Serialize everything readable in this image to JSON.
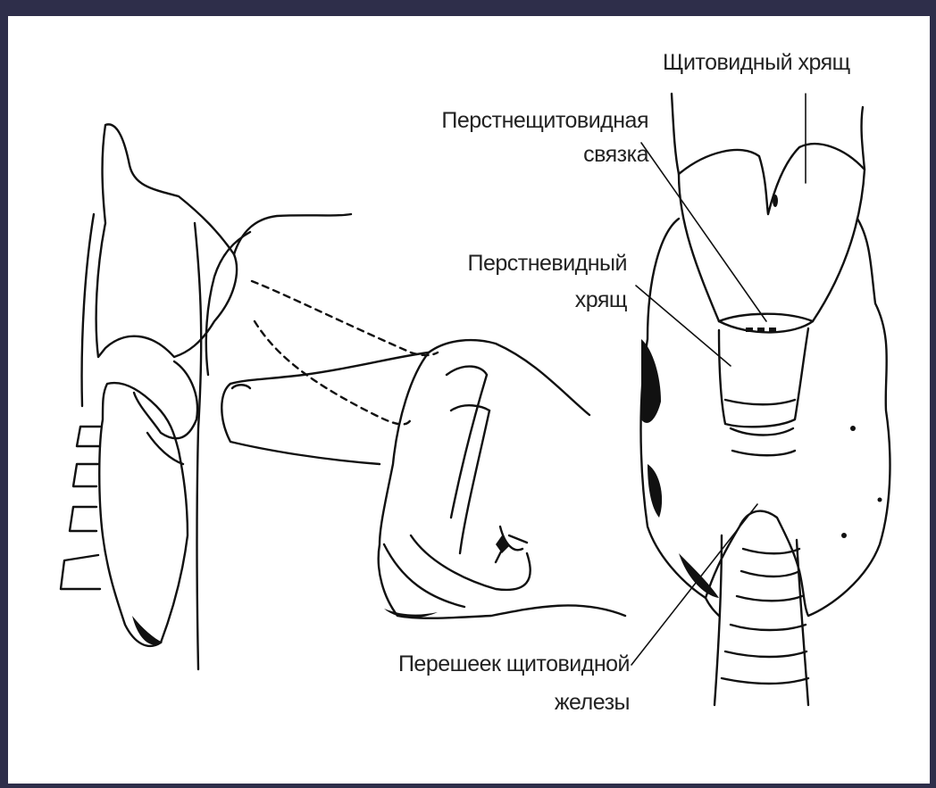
{
  "labels": {
    "thyroid_cartilage": "Щитовидный хрящ",
    "cricothyroid_ligament_line1": "Перстнещитовидная",
    "cricothyroid_ligament_line2": "связка",
    "cricoid_cartilage_line1": "Перстневидный",
    "cricoid_cartilage_line2": "хрящ",
    "thyroid_isthmus_line1": "Перешеек щитовидной",
    "thyroid_isthmus_line2": "железы"
  },
  "colors": {
    "frame": "#2e2e4a",
    "panel": "#ffffff",
    "ink": "#111111"
  }
}
